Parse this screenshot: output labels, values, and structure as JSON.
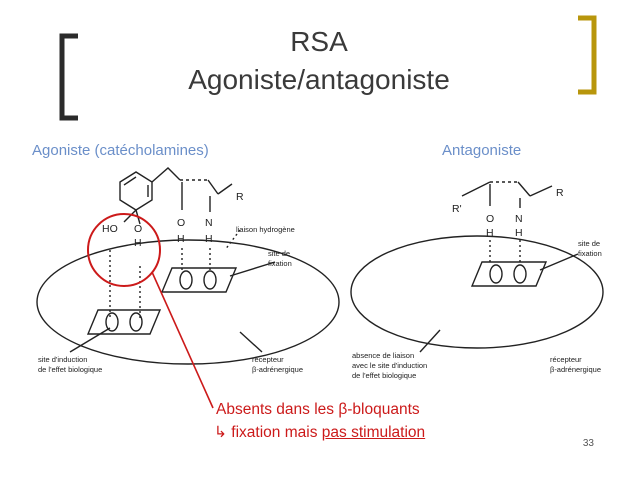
{
  "title": {
    "line1": "RSA",
    "line2": "Agoniste/antagoniste"
  },
  "panels": {
    "left_label": "Agoniste (catécholamines)",
    "right_label": "Antagoniste"
  },
  "left_figure": {
    "ho": "HO",
    "o1": "O",
    "h1": "H",
    "o2": "O",
    "h2": "H",
    "n": "N",
    "h3": "H",
    "r": "R",
    "liaison": "liaison hydrogène",
    "site_fix1": "site de",
    "site_fix2": "fixation",
    "induction1": "site d'induction",
    "induction2": "de l'effet biologique",
    "recepteur1": "récepteur",
    "recepteur2": "β-adrénergique"
  },
  "right_figure": {
    "r_prime": "R'",
    "r": "R",
    "o": "O",
    "h1": "H",
    "n": "N",
    "h2": "H",
    "site_fix1": "site de",
    "site_fix2": "fixation",
    "absence1": "absence de liaison",
    "absence2": "avec le site d'induction",
    "absence3": "de l'effet biologique",
    "recepteur1": "récepteur",
    "recepteur2": "β-adrénergique"
  },
  "annotation": {
    "line1": "Absents dans les β-bloquants",
    "arrow": "↳",
    "line2_a": " fixation mais ",
    "line2_b": "pas stimulation"
  },
  "page_number": "33",
  "colors": {
    "title": "#3a3a3a",
    "subtitle": "#6b8fc9",
    "bracket_left": "#2b2b2b",
    "bracket_right": "#b8960c",
    "annotation": "#cc1a1a"
  }
}
